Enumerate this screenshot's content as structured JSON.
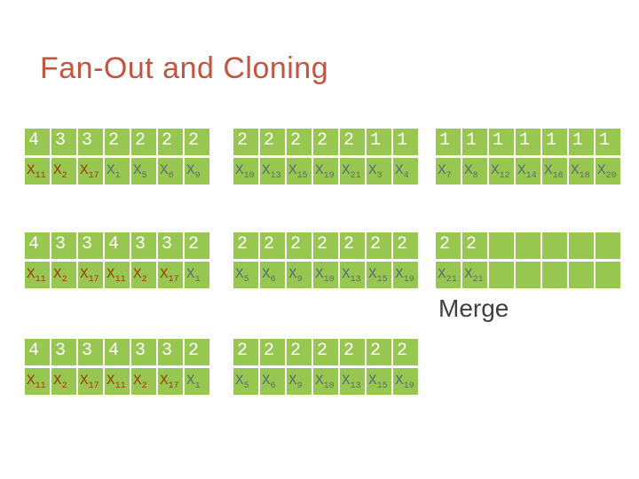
{
  "title": "Fan-Out and Cloning",
  "merge_label": "Merge",
  "key_symbol": "X",
  "colors": {
    "background": "#FFFFFF",
    "title_text": "#C25540",
    "cell_fill": "#97C750",
    "count_text": "#FFFFFF",
    "key_hot": "#9C3A16",
    "key_cold": "#5F6B74",
    "merge_text": "#3F3F3F"
  },
  "sections": [
    {
      "name": "stage-1",
      "tables": [
        {
          "counts": [
            "4",
            "3",
            "3",
            "2",
            "2",
            "2",
            "2"
          ],
          "keys": [
            {
              "sub": "11",
              "hot": true
            },
            {
              "sub": "2",
              "hot": true
            },
            {
              "sub": "17",
              "hot": true
            },
            {
              "sub": "1",
              "hot": false
            },
            {
              "sub": "5",
              "hot": false
            },
            {
              "sub": "6",
              "hot": false
            },
            {
              "sub": "9",
              "hot": false
            }
          ]
        },
        {
          "counts": [
            "2",
            "2",
            "2",
            "2",
            "2",
            "1",
            "1"
          ],
          "keys": [
            {
              "sub": "10",
              "hot": false
            },
            {
              "sub": "13",
              "hot": false
            },
            {
              "sub": "15",
              "hot": false
            },
            {
              "sub": "19",
              "hot": false
            },
            {
              "sub": "21",
              "hot": false
            },
            {
              "sub": "3",
              "hot": false
            },
            {
              "sub": "4",
              "hot": false
            }
          ]
        },
        {
          "counts": [
            "1",
            "1",
            "1",
            "1",
            "1",
            "1",
            "1"
          ],
          "keys": [
            {
              "sub": "7",
              "hot": false
            },
            {
              "sub": "8",
              "hot": false
            },
            {
              "sub": "12",
              "hot": false
            },
            {
              "sub": "14",
              "hot": false
            },
            {
              "sub": "16",
              "hot": false
            },
            {
              "sub": "18",
              "hot": false
            },
            {
              "sub": "20",
              "hot": false
            }
          ]
        }
      ]
    },
    {
      "name": "stage-2",
      "tables": [
        {
          "counts": [
            "4",
            "3",
            "3",
            "4",
            "3",
            "3",
            "2"
          ],
          "keys": [
            {
              "sub": "11",
              "hot": true
            },
            {
              "sub": "2",
              "hot": true
            },
            {
              "sub": "17",
              "hot": true
            },
            {
              "sub": "11",
              "hot": true
            },
            {
              "sub": "2",
              "hot": true
            },
            {
              "sub": "17",
              "hot": true
            },
            {
              "sub": "1",
              "hot": false
            }
          ]
        },
        {
          "counts": [
            "2",
            "2",
            "2",
            "2",
            "2",
            "2",
            "2"
          ],
          "keys": [
            {
              "sub": "5",
              "hot": false
            },
            {
              "sub": "6",
              "hot": false
            },
            {
              "sub": "9",
              "hot": false
            },
            {
              "sub": "10",
              "hot": false
            },
            {
              "sub": "13",
              "hot": false
            },
            {
              "sub": "15",
              "hot": false
            },
            {
              "sub": "19",
              "hot": false
            }
          ]
        },
        {
          "counts": [
            "2",
            "2",
            "",
            "",
            "",
            "",
            ""
          ],
          "keys": [
            {
              "sub": "21",
              "hot": false
            },
            {
              "sub": "21",
              "hot": false
            },
            null,
            null,
            null,
            null,
            null
          ]
        }
      ]
    },
    {
      "name": "stage-3",
      "tables": [
        {
          "counts": [
            "4",
            "3",
            "3",
            "4",
            "3",
            "3",
            "2"
          ],
          "keys": [
            {
              "sub": "11",
              "hot": true
            },
            {
              "sub": "2",
              "hot": true
            },
            {
              "sub": "17",
              "hot": true
            },
            {
              "sub": "11",
              "hot": true
            },
            {
              "sub": "2",
              "hot": true
            },
            {
              "sub": "17",
              "hot": true
            },
            {
              "sub": "1",
              "hot": false
            }
          ]
        },
        {
          "counts": [
            "2",
            "2",
            "2",
            "2",
            "2",
            "2",
            "2"
          ],
          "keys": [
            {
              "sub": "5",
              "hot": false
            },
            {
              "sub": "6",
              "hot": false
            },
            {
              "sub": "9",
              "hot": false
            },
            {
              "sub": "10",
              "hot": false
            },
            {
              "sub": "13",
              "hot": false
            },
            {
              "sub": "15",
              "hot": false
            },
            {
              "sub": "19",
              "hot": false
            }
          ]
        }
      ]
    }
  ]
}
